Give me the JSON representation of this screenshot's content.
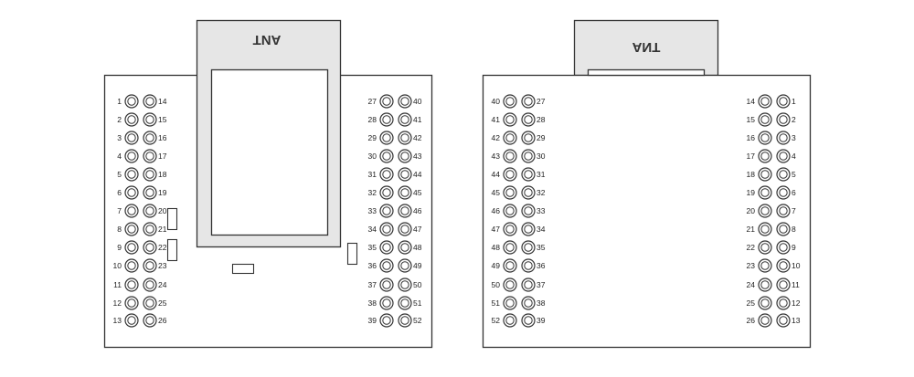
{
  "diagram": {
    "front_view": {
      "antenna_label": "ANT",
      "left_header": {
        "outer_pins": [
          "1",
          "2",
          "3",
          "4",
          "5",
          "6",
          "7",
          "8",
          "9",
          "10",
          "11",
          "12",
          "13"
        ],
        "inner_pins": [
          "14",
          "15",
          "16",
          "17",
          "18",
          "19",
          "20",
          "21",
          "22",
          "23",
          "24",
          "25",
          "26"
        ]
      },
      "right_header": {
        "inner_pins": [
          "27",
          "28",
          "29",
          "30",
          "31",
          "32",
          "33",
          "34",
          "35",
          "36",
          "37",
          "38",
          "39"
        ],
        "outer_pins": [
          "40",
          "41",
          "42",
          "43",
          "44",
          "45",
          "46",
          "47",
          "48",
          "49",
          "50",
          "51",
          "52"
        ]
      }
    },
    "back_view": {
      "antenna_label": "ANT",
      "left_header": {
        "outer_pins": [
          "40",
          "41",
          "42",
          "43",
          "44",
          "45",
          "46",
          "47",
          "48",
          "49",
          "50",
          "51",
          "52"
        ],
        "inner_pins": [
          "27",
          "28",
          "29",
          "30",
          "31",
          "32",
          "33",
          "34",
          "35",
          "36",
          "37",
          "38",
          "39"
        ]
      },
      "right_header": {
        "inner_pins": [
          "14",
          "15",
          "16",
          "17",
          "18",
          "19",
          "20",
          "21",
          "22",
          "23",
          "24",
          "25",
          "26"
        ],
        "outer_pins": [
          "1",
          "2",
          "3",
          "4",
          "5",
          "6",
          "7",
          "8",
          "9",
          "10",
          "11",
          "12",
          "13"
        ]
      }
    }
  }
}
